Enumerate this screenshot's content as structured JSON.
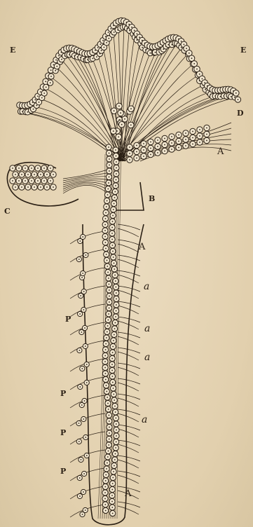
{
  "figure": {
    "labels": {
      "E_left": "E",
      "E_right": "E",
      "D": "D",
      "A_upper": "A",
      "B": "B",
      "C": "C",
      "A_mid": "A",
      "A_bottom": "A",
      "a1": "a",
      "a2": "a",
      "a3": "a",
      "a4": "a",
      "P1": "P",
      "P2": "P",
      "P3": "P",
      "P4": "P"
    },
    "colors": {
      "paper": "#e6d6b8",
      "ink": "#2a1f14",
      "cell_fill": "#f1e6cf"
    }
  }
}
